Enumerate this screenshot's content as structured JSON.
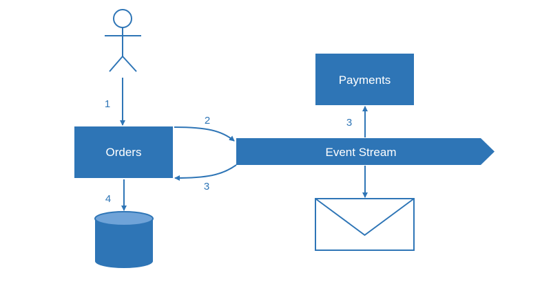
{
  "colors": {
    "primary": "#2e75b6",
    "background": "#ffffff",
    "text_on_primary": "#ffffff",
    "cylinder_top": "#6fa3d8"
  },
  "nodes": {
    "user": {
      "icon": "user-icon"
    },
    "orders": {
      "label": "Orders"
    },
    "payments": {
      "label": "Payments"
    },
    "event_stream": {
      "label": "Event Stream"
    },
    "database": {
      "icon": "database-icon"
    },
    "envelope": {
      "icon": "envelope-icon"
    }
  },
  "edges": [
    {
      "from": "user",
      "to": "orders",
      "label": "1"
    },
    {
      "from": "orders",
      "to": "event_stream",
      "label": "2"
    },
    {
      "from": "event_stream",
      "to": "orders",
      "label": "3"
    },
    {
      "from": "event_stream",
      "to": "payments",
      "label": "3"
    },
    {
      "from": "orders",
      "to": "database",
      "label": "4"
    },
    {
      "from": "event_stream",
      "to": "envelope",
      "label": ""
    }
  ]
}
